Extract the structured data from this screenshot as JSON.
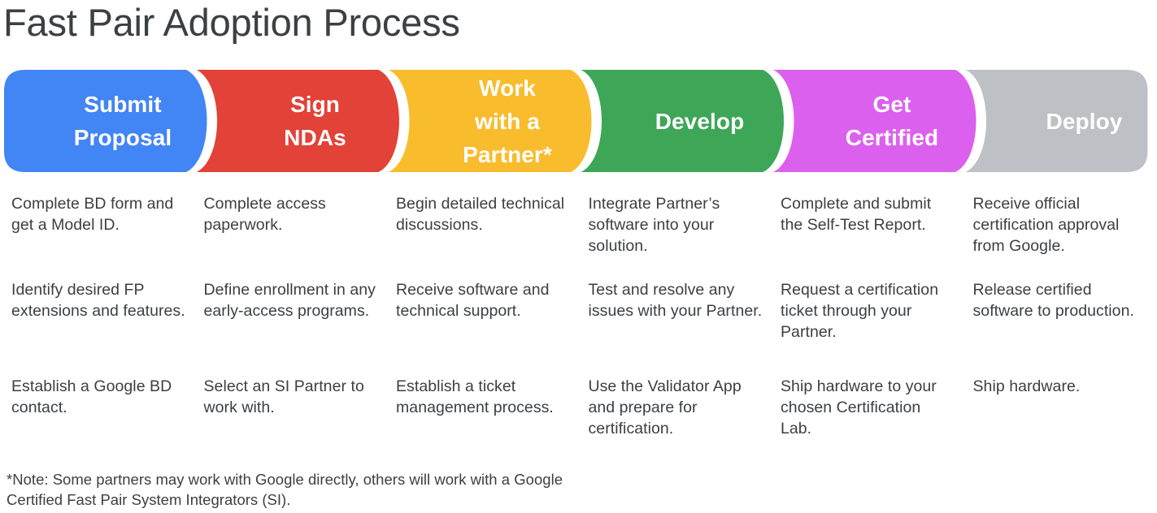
{
  "page": {
    "title": "Fast Pair Adoption Process",
    "background": "#ffffff",
    "text_color": "#3c4043"
  },
  "ribbon": {
    "steps": [
      {
        "label": "Submit\nProposal",
        "color": "#4285F4",
        "name": "submit-proposal"
      },
      {
        "label": "Sign\nNDAs",
        "color": "#E24238",
        "name": "sign-ndas"
      },
      {
        "label": "Work\nwith a\nPartner*",
        "color": "#F9BC2D",
        "name": "work-with-a-partner"
      },
      {
        "label": "Develop",
        "color": "#3DA757",
        "name": "develop"
      },
      {
        "label": "Get\nCertified",
        "color": "#DC60EE",
        "name": "get-certified"
      },
      {
        "label": "Deploy",
        "color": "#BDC1C6",
        "name": "deploy"
      }
    ]
  },
  "columns": [
    {
      "step": "Submit Proposal",
      "items": [
        "Complete BD form and get a Model ID.",
        "Identify desired FP extensions and features.",
        "Establish a Google BD contact."
      ]
    },
    {
      "step": "Sign NDAs",
      "items": [
        "Complete access paperwork.",
        "Define enrollment in any early-access programs.",
        "Select an SI Partner to work with."
      ]
    },
    {
      "step": "Work with a Partner",
      "items": [
        "Begin detailed technical discussions.",
        "Receive software and technical support.",
        "Establish a ticket management process."
      ]
    },
    {
      "step": "Develop",
      "items": [
        "Integrate Partner’s software into your solution.",
        "Test and resolve any issues with your Partner.",
        "Use the Validator App and prepare for certification."
      ]
    },
    {
      "step": "Get Certified",
      "items": [
        "Complete and submit the Self-Test Report.",
        "Request a certification ticket through your Partner.",
        "Ship hardware to your chosen Certification Lab."
      ]
    },
    {
      "step": "Deploy",
      "items": [
        "Receive official certification approval from Google.",
        "Release certified software to production.",
        "Ship hardware."
      ]
    }
  ],
  "footnote": "*Note: Some partners may work with Google directly, others will work with a Google Certified Fast Pair System Integrators (SI)."
}
